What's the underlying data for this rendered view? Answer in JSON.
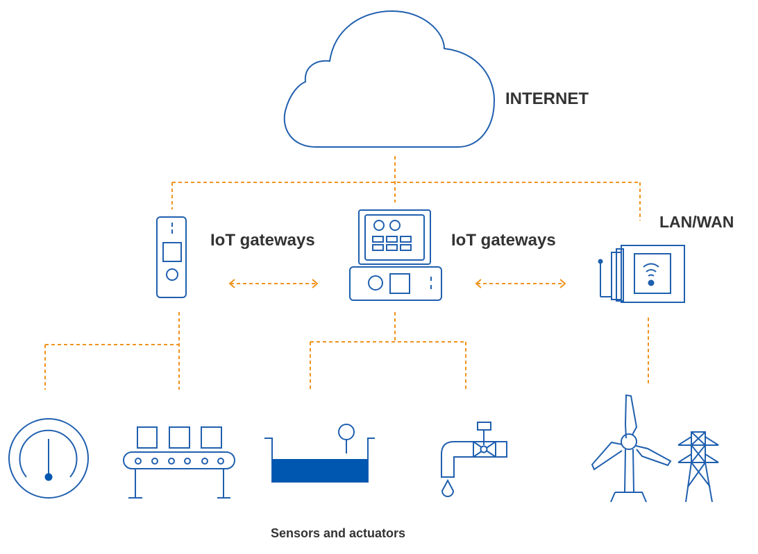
{
  "labels": {
    "internet": "INTERNET",
    "lan_wan": "LAN/WAN",
    "gateways_left": "IoT gateways",
    "gateways_right": "IoT gateways",
    "sensors": "Sensors and actuators"
  },
  "colors": {
    "icon": "#1f5fae",
    "connector": "#f0931e",
    "text": "#333333"
  },
  "icons": [
    "cloud-icon",
    "handheld-gateway-icon",
    "desktop-gateway-icon",
    "wireless-gateway-icon",
    "gauge-icon",
    "conveyor-icon",
    "tank-icon",
    "valve-faucet-icon",
    "wind-turbine-icon",
    "power-pylon-icon"
  ]
}
